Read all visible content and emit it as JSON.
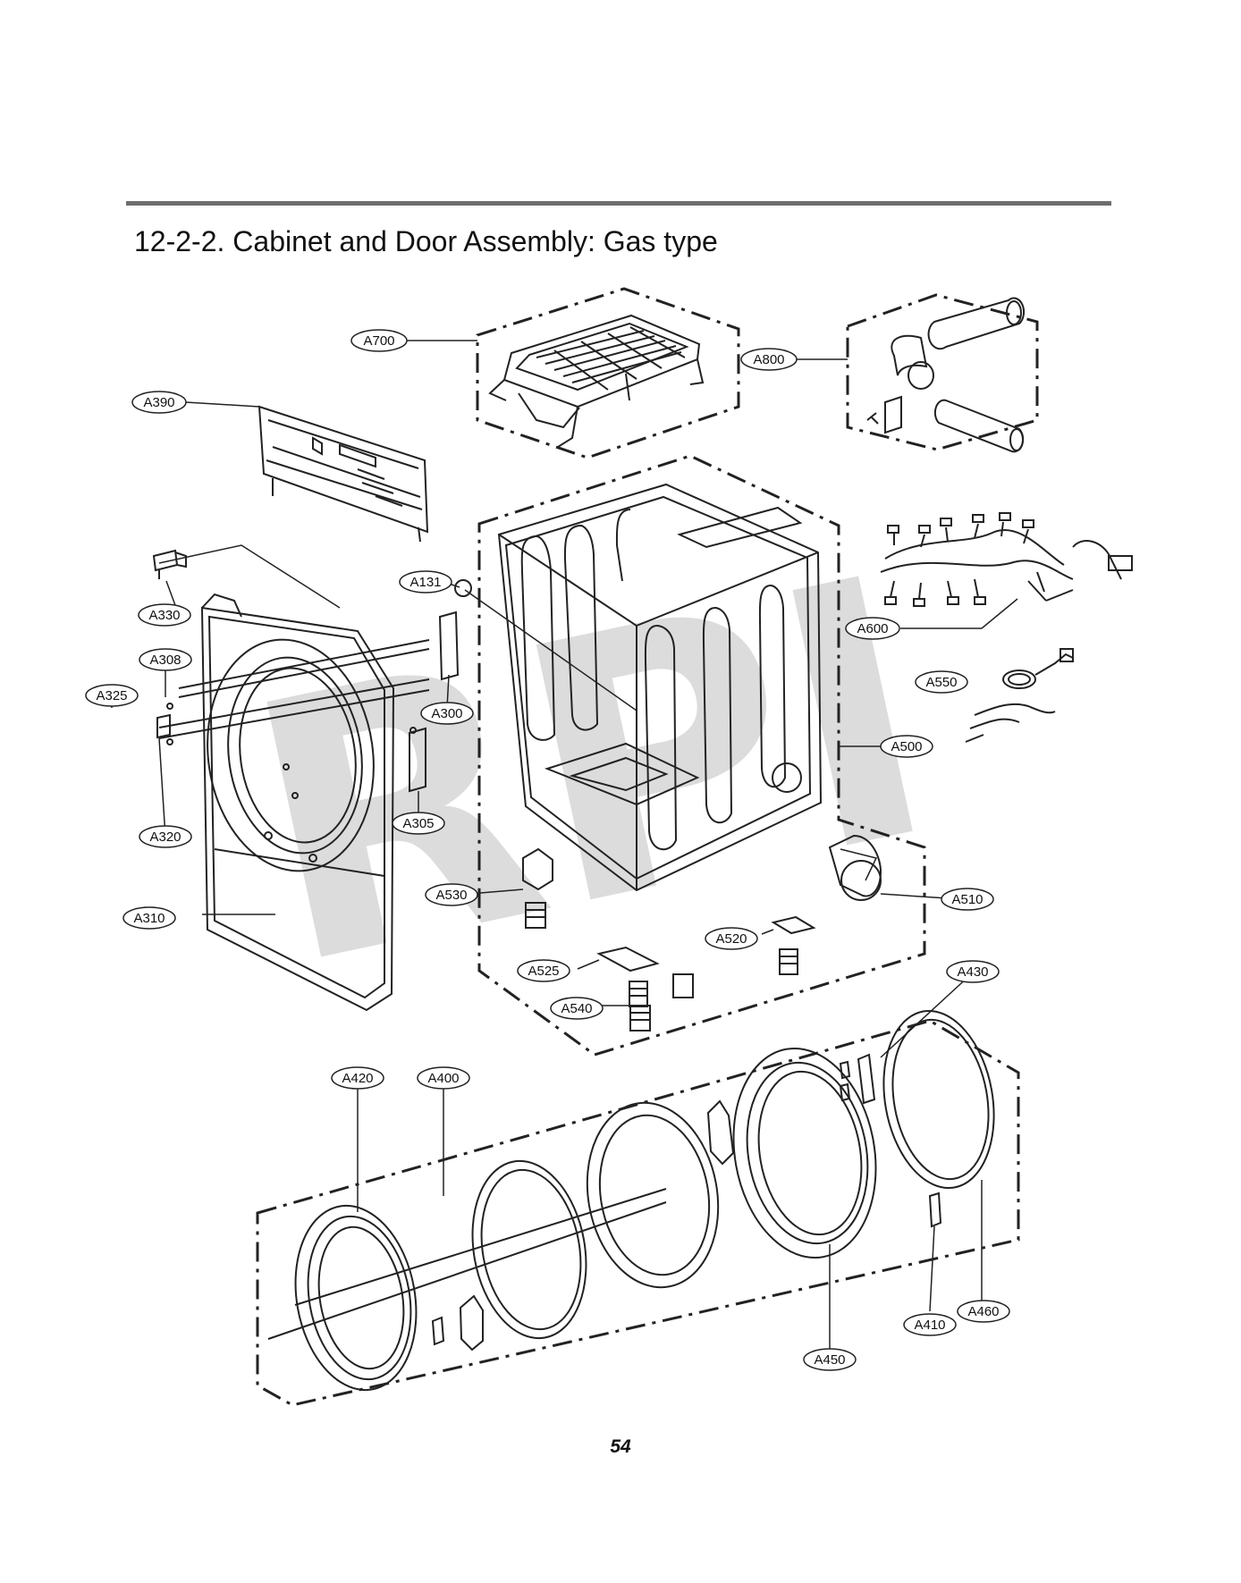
{
  "header": {
    "title": "12-2-2. Cabinet and Door Assembly: Gas type"
  },
  "watermark": {
    "text": "RPI",
    "color": "#dcdcdc"
  },
  "parts": {
    "A700": "A700",
    "A800": "A800",
    "A390": "A390",
    "A131": "A131",
    "A600": "A600",
    "A330": "A330",
    "A308": "A308",
    "A325": "A325",
    "A300": "A300",
    "A550": "A550",
    "A500": "A500",
    "A320": "A320",
    "A305": "A305",
    "A530": "A530",
    "A510": "A510",
    "A310": "A310",
    "A520": "A520",
    "A525": "A525",
    "A430": "A430",
    "A540": "A540",
    "A420": "A420",
    "A400": "A400",
    "A410": "A410",
    "A460": "A460",
    "A450": "A450"
  },
  "footer": {
    "page_number": "54"
  }
}
